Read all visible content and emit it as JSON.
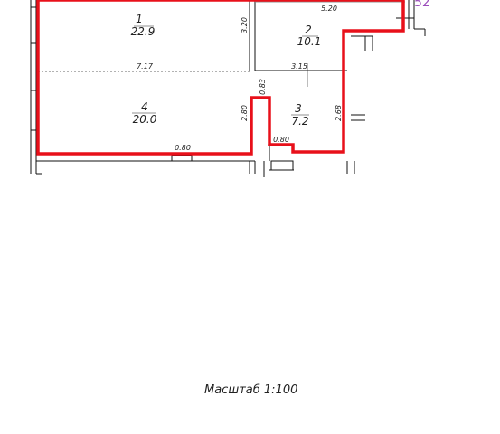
{
  "rooms": [
    {
      "number": "1",
      "area": "22.9"
    },
    {
      "number": "2",
      "area": "10.1"
    },
    {
      "number": "3",
      "area": "7.2"
    },
    {
      "number": "4",
      "area": "20.0"
    }
  ],
  "dimensions": {
    "d_520": "5.20",
    "d_320": "3.20",
    "d_717": "7.17",
    "d_315": "3.15",
    "d_083": "0.83",
    "d_280": "2.80",
    "d_268": "2.68",
    "d_080_bottom": "0.80",
    "d_080_small": "0.80"
  },
  "plan_marker": "52",
  "scale_label": "Масштаб 1:100",
  "colors": {
    "outline": "#e8101a",
    "walls": "#111111",
    "marker": "#9b4dbb"
  }
}
